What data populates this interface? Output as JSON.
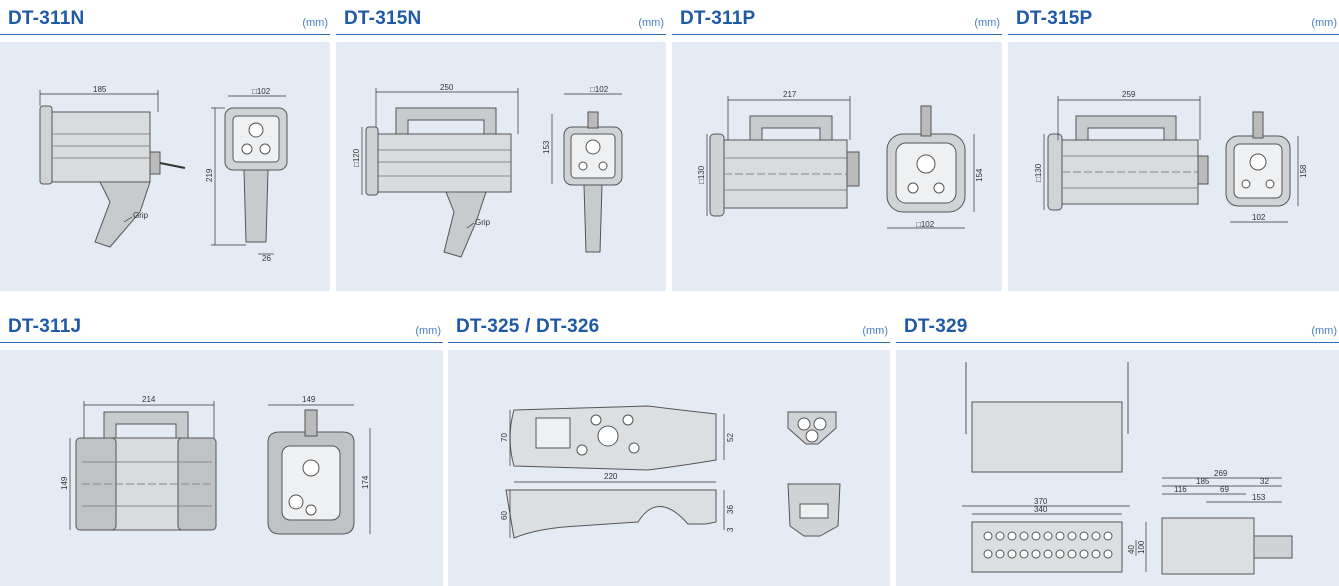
{
  "colors": {
    "title": "#1f5aa6",
    "rule": "#2d6cb5",
    "panel_bg": "#e4ebf4"
  },
  "panels": [
    {
      "title": "DT-311N",
      "unit": "(mm)",
      "labels": {
        "length": "185",
        "square": "□102",
        "height": "219",
        "grip_w": "26",
        "grip": "Grip"
      }
    },
    {
      "title": "DT-315N",
      "unit": "(mm)",
      "labels": {
        "length": "250",
        "square": "□102",
        "front": "□120",
        "height": "153",
        "grip": "Grip"
      }
    },
    {
      "title": "DT-311P",
      "unit": "(mm)",
      "labels": {
        "length": "217",
        "front": "□130",
        "height": "154",
        "square": "□102"
      }
    },
    {
      "title": "DT-315P",
      "unit": "(mm)",
      "labels": {
        "length": "259",
        "front": "□130",
        "height": "158",
        "width": "102"
      }
    },
    {
      "title": "DT-311J",
      "unit": "(mm)",
      "labels": {
        "length": "214",
        "height": "149",
        "width": "149",
        "height2": "174"
      }
    },
    {
      "title": "DT-325 / DT-326",
      "unit": "(mm)",
      "labels": {
        "length": "220",
        "width": "70",
        "head": "52",
        "depth": "60",
        "tail": "36",
        "foot": "3"
      }
    },
    {
      "title": "DT-329",
      "unit": "(mm)",
      "labels": {
        "w_total": "370",
        "w_inner": "340",
        "h_front": "40",
        "h_total": "100",
        "d_total": "269",
        "d_mid": "185",
        "d_a": "116",
        "d_b": "69",
        "d_c": "32",
        "d_d": "153"
      }
    }
  ]
}
